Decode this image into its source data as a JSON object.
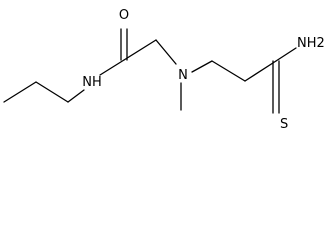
{
  "molecule": {
    "atoms": {
      "carbonyl_oxygen": "O",
      "amide_nitrogen": "NH",
      "tertiary_amine": "N",
      "thioamide_nitrogen": "NH2",
      "thioamide_sulfur": "S"
    }
  },
  "colors": {
    "bond": "#000000",
    "label": "#000000",
    "background": "#ffffff"
  }
}
